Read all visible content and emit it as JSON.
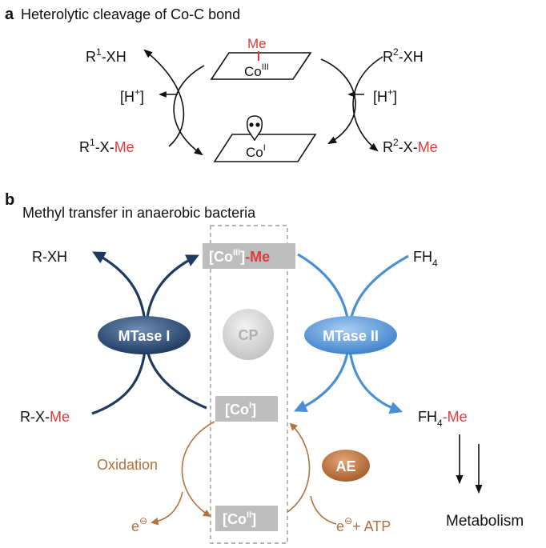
{
  "panel_a": {
    "letter": "a",
    "title": "Heterolytic cleavage of Co-C bond",
    "co3_me": "Me",
    "co3_label": "Co",
    "co3_sup": "III",
    "co1_label": "Co",
    "co1_sup": "I",
    "r1_xh": {
      "r": "R",
      "sup": "1",
      "rest": "-XH"
    },
    "r1_xme": {
      "r": "R",
      "sup": "1",
      "x": "-X-",
      "me": "Me"
    },
    "h_left": {
      "open": "[H",
      "sup": "+",
      "close": "]"
    },
    "r2_xh": {
      "r": "R",
      "sup": "2",
      "rest": "-XH"
    },
    "r2_xme": {
      "r": "R",
      "sup": "2",
      "x": "-X-",
      "me": "Me"
    },
    "h_right": {
      "open": "[H",
      "sup": "+",
      "close": "]"
    }
  },
  "panel_b": {
    "letter": "b",
    "title": "Methyl transfer in anaerobic bacteria",
    "rxh": "R-XH",
    "rxme": {
      "x": "R-X-",
      "me": "Me"
    },
    "fh4": {
      "text": "FH",
      "sub": "4"
    },
    "fh4me": {
      "text": "FH",
      "sub": "4",
      "me": "-Me"
    },
    "co3me": {
      "open": "[Co",
      "sup": "III",
      "close": "]",
      "me": "-Me"
    },
    "co1": {
      "open": "[Co",
      "sup": "I",
      "close": "]"
    },
    "co2": {
      "open": "[Co",
      "sup": "II",
      "close": "]"
    },
    "cp": "CP",
    "mtase1": "MTase  I",
    "mtase2": "MTase  II",
    "ae": "AE",
    "oxidation": "Oxidation",
    "e_minus": {
      "e": "e",
      "sup": "⊖"
    },
    "e_atp": {
      "e": "e",
      "sup": "⊖",
      "rest": "+ ATP"
    },
    "metabolism": "Metabolism"
  },
  "colors": {
    "red": "#e03a3a",
    "dark_blue": "#1e3a5f",
    "light_blue": "#4a8fd6",
    "brown": "#b5703c",
    "grey": "#bdbdbd"
  }
}
